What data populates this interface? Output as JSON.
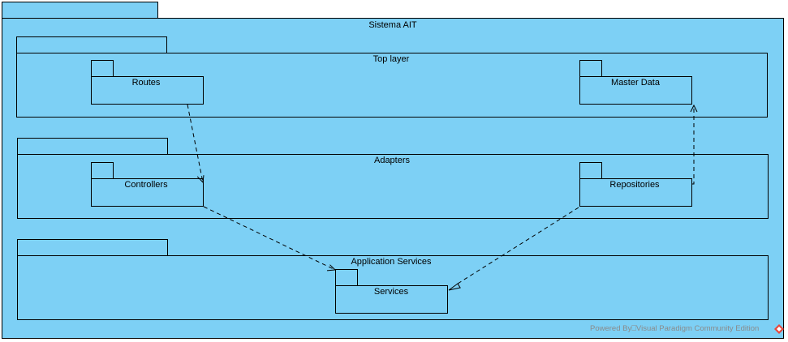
{
  "system": {
    "title": "Sistema AIT"
  },
  "layers": {
    "top": {
      "title": "Top layer"
    },
    "adapters": {
      "title": "Adapters"
    },
    "app_services": {
      "title": "Application Services"
    }
  },
  "packages": {
    "routes": "Routes",
    "master_data": "Master Data",
    "controllers": "Controllers",
    "repositories": "Repositories",
    "services": "Services"
  },
  "relations": [
    {
      "from": "Routes",
      "to": "Controllers",
      "type": "dependency"
    },
    {
      "from": "Controllers",
      "to": "Services",
      "type": "dependency"
    },
    {
      "from": "Repositories",
      "to": "Services",
      "type": "realization"
    },
    {
      "from": "Repositories",
      "to": "Master Data",
      "type": "dependency"
    }
  ],
  "watermark": {
    "text": "Powered By⎕Visual Paradigm Community Edition"
  },
  "colors": {
    "package_fill": "#7dd0f5",
    "stroke": "#000000",
    "watermark": "#8a8a8a",
    "logo": "#e8463c"
  }
}
